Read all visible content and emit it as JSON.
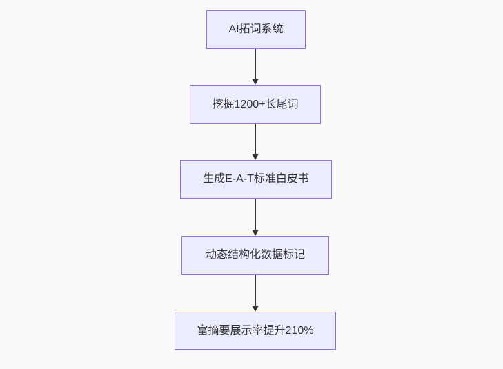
{
  "diagram": {
    "type": "flowchart",
    "direction": "top-down",
    "nodes": [
      {
        "id": "n1",
        "label": "AI拓词系统"
      },
      {
        "id": "n2",
        "label": "挖掘1200+长尾词"
      },
      {
        "id": "n3",
        "label": "生成E-A-T标准白皮书"
      },
      {
        "id": "n4",
        "label": "动态结构化数据标记"
      },
      {
        "id": "n5",
        "label": "富摘要展示率提升210%"
      }
    ],
    "edges": [
      {
        "from": "n1",
        "to": "n2"
      },
      {
        "from": "n2",
        "to": "n3"
      },
      {
        "from": "n3",
        "to": "n4"
      },
      {
        "from": "n4",
        "to": "n5"
      }
    ],
    "colors": {
      "node_fill": "#ececff",
      "node_border": "#9370db",
      "text": "#333333",
      "arrow": "#333333",
      "background": "#fafafa"
    }
  }
}
